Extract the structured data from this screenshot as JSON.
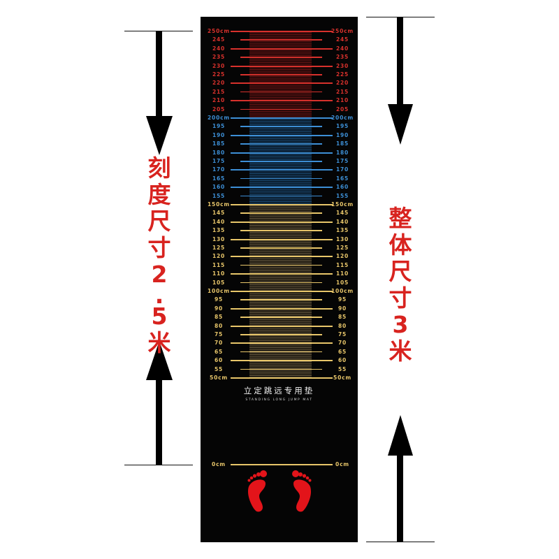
{
  "product": {
    "title_cn": "立定跳远专用垫",
    "title_en": "STANDING LONG JUMP MAT"
  },
  "annotations": {
    "left": {
      "label": "刻度尺寸2.5米",
      "chars": [
        "刻",
        "度",
        "尺",
        "寸",
        "2",
        ".",
        "5",
        "米"
      ]
    },
    "right": {
      "label": "整体尺寸3米",
      "chars": [
        "整",
        "体",
        "尺",
        "寸",
        "3",
        "米"
      ]
    }
  },
  "colors": {
    "mat": "#050505",
    "red": "#d8312c",
    "blue": "#3d8fd6",
    "gold": "#e8c66a",
    "label_red": "#d8231f",
    "foot_red": "#e3141a"
  },
  "scale": {
    "zero_label": "0cm",
    "ticks": [
      {
        "label": "250cm",
        "value": 250,
        "zone": "red"
      },
      {
        "label": "245",
        "value": 245,
        "zone": "red"
      },
      {
        "label": "240",
        "value": 240,
        "zone": "red"
      },
      {
        "label": "235",
        "value": 235,
        "zone": "red"
      },
      {
        "label": "230",
        "value": 230,
        "zone": "red"
      },
      {
        "label": "225",
        "value": 225,
        "zone": "red"
      },
      {
        "label": "220",
        "value": 220,
        "zone": "red"
      },
      {
        "label": "215",
        "value": 215,
        "zone": "red"
      },
      {
        "label": "210",
        "value": 210,
        "zone": "red"
      },
      {
        "label": "205",
        "value": 205,
        "zone": "red"
      },
      {
        "label": "200cm",
        "value": 200,
        "zone": "blue"
      },
      {
        "label": "195",
        "value": 195,
        "zone": "blue"
      },
      {
        "label": "190",
        "value": 190,
        "zone": "blue"
      },
      {
        "label": "185",
        "value": 185,
        "zone": "blue"
      },
      {
        "label": "180",
        "value": 180,
        "zone": "blue"
      },
      {
        "label": "175",
        "value": 175,
        "zone": "blue"
      },
      {
        "label": "170",
        "value": 170,
        "zone": "blue"
      },
      {
        "label": "165",
        "value": 165,
        "zone": "blue"
      },
      {
        "label": "160",
        "value": 160,
        "zone": "blue"
      },
      {
        "label": "155",
        "value": 155,
        "zone": "blue"
      },
      {
        "label": "150cm",
        "value": 150,
        "zone": "gold"
      },
      {
        "label": "145",
        "value": 145,
        "zone": "gold"
      },
      {
        "label": "140",
        "value": 140,
        "zone": "gold"
      },
      {
        "label": "135",
        "value": 135,
        "zone": "gold"
      },
      {
        "label": "130",
        "value": 130,
        "zone": "gold"
      },
      {
        "label": "125",
        "value": 125,
        "zone": "gold"
      },
      {
        "label": "120",
        "value": 120,
        "zone": "gold"
      },
      {
        "label": "115",
        "value": 115,
        "zone": "gold"
      },
      {
        "label": "110",
        "value": 110,
        "zone": "gold"
      },
      {
        "label": "105",
        "value": 105,
        "zone": "gold"
      },
      {
        "label": "100cm",
        "value": 100,
        "zone": "gold"
      },
      {
        "label": "95",
        "value": 95,
        "zone": "gold"
      },
      {
        "label": "90",
        "value": 90,
        "zone": "gold"
      },
      {
        "label": "85",
        "value": 85,
        "zone": "gold"
      },
      {
        "label": "80",
        "value": 80,
        "zone": "gold"
      },
      {
        "label": "75",
        "value": 75,
        "zone": "gold"
      },
      {
        "label": "70",
        "value": 70,
        "zone": "gold"
      },
      {
        "label": "65",
        "value": 65,
        "zone": "gold"
      },
      {
        "label": "60",
        "value": 60,
        "zone": "gold"
      },
      {
        "label": "55",
        "value": 55,
        "zone": "gold"
      },
      {
        "label": "50cm",
        "value": 50,
        "zone": "gold"
      }
    ]
  }
}
